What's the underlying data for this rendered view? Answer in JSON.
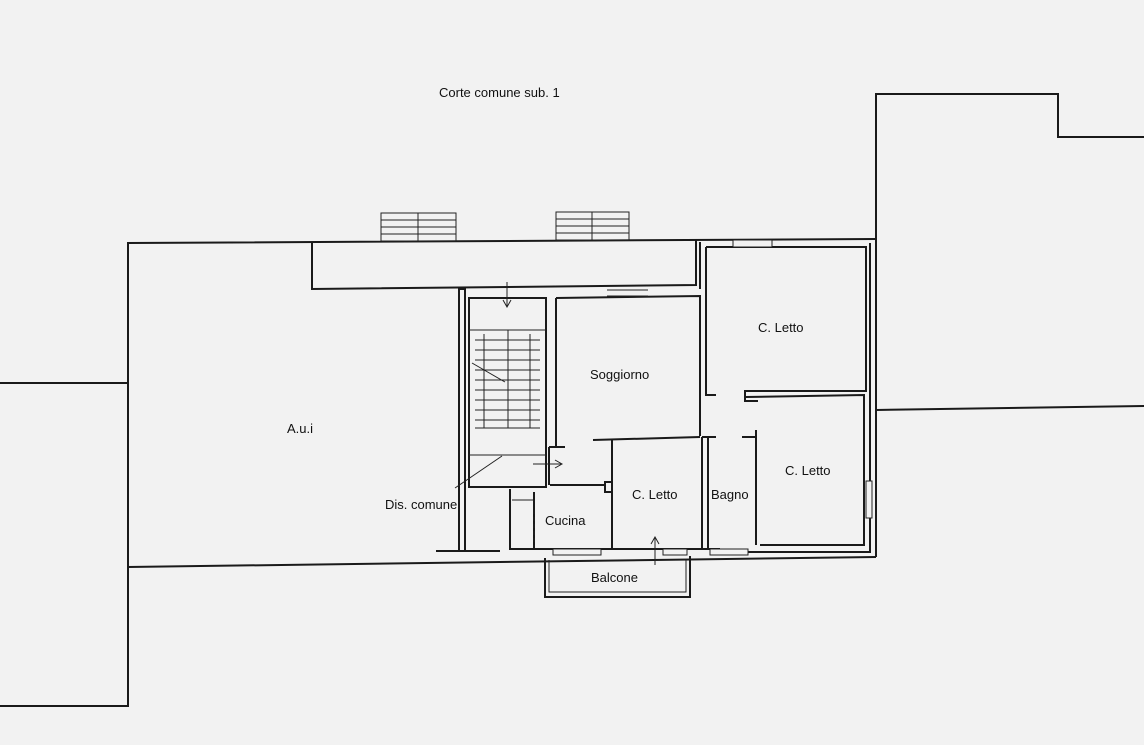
{
  "labels": {
    "corte": "Corte comune sub. 1",
    "aui": "A.u.i",
    "soggiorno": "Soggiorno",
    "letto_top_right": "C. Letto",
    "letto_mid_right": "C. Letto",
    "letto_center": "C. Letto",
    "bagno": "Bagno",
    "cucina": "Cucina",
    "dis_comune": "Dis. comune",
    "balcone": "Balcone"
  },
  "colors": {
    "background": "#f2f2f2",
    "lines": "#1a1a1a"
  }
}
